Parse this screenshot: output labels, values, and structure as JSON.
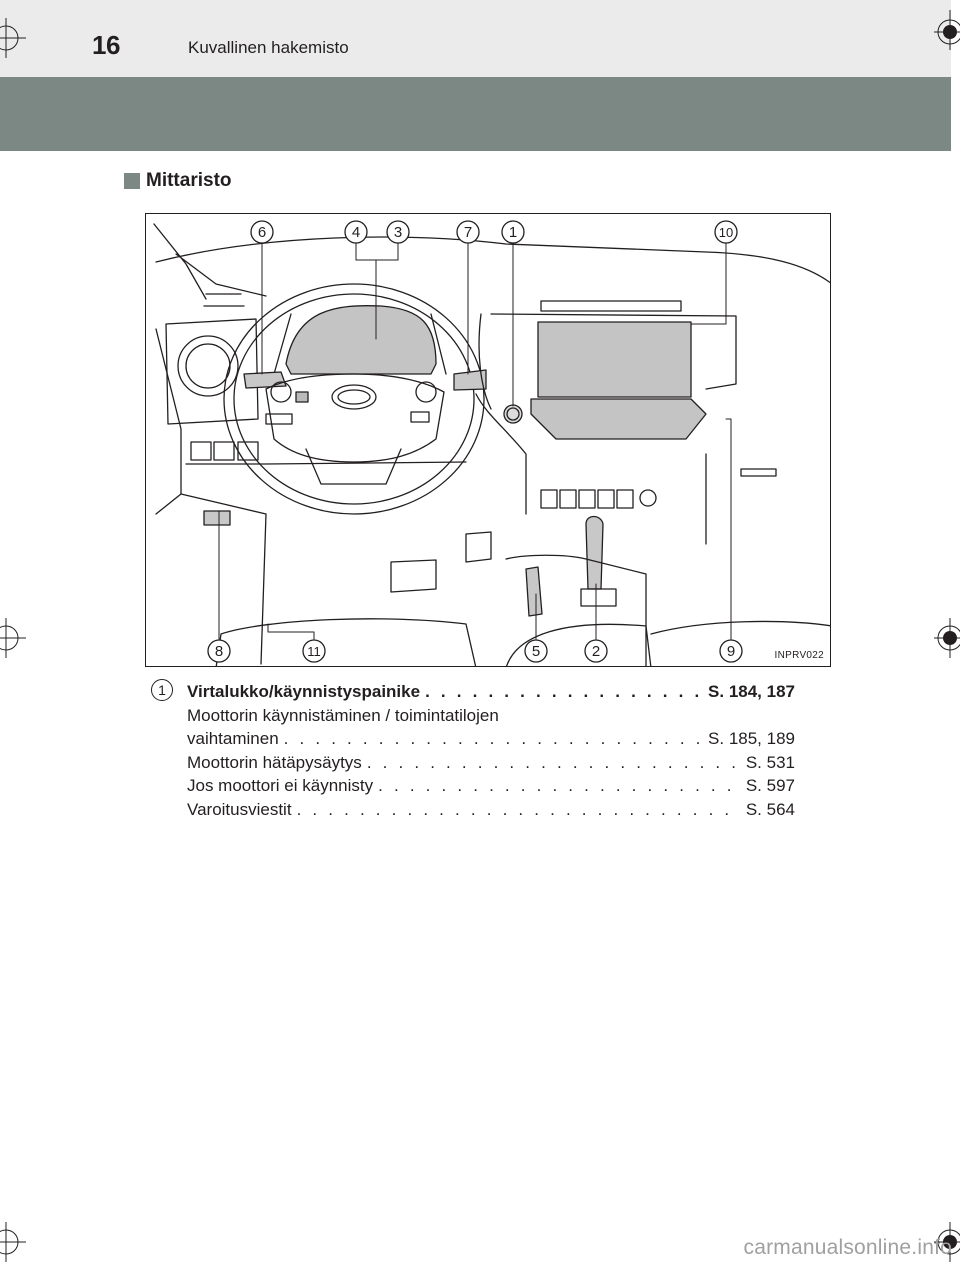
{
  "header": {
    "page_number": "16",
    "chapter_title": "Kuvallinen hakemisto"
  },
  "section": {
    "title": "Mittaristo"
  },
  "figure": {
    "code": "INPRV022",
    "callouts": [
      "1",
      "2",
      "3",
      "4",
      "5",
      "6",
      "7",
      "8",
      "9",
      "10",
      "11"
    ]
  },
  "entry": {
    "number": "1",
    "rows": [
      {
        "label": "Virtalukko/käynnistyspainike",
        "dots": ". . . . . . . . . . . . . . . . . . . . . . . . . . . . . . .",
        "ref": "S. 184, 187"
      },
      {
        "label": "Moottorin käynnistäminen / toimintatilojen",
        "dots": "",
        "ref": ""
      },
      {
        "label": "vaihtaminen",
        "dots": ". . . . . . . . . . . . . . . . . . . . . . . . . . . . . . . . . . . . . . . . . . . . . . . . .",
        "ref": "S. 185, 189"
      },
      {
        "label": "Moottorin hätäpysäytys",
        "dots": ". . . . . . . . . . . . . . . . . . . . . . . . . . . . . . . . . . . . . . . . . .",
        "ref": "S. 531"
      },
      {
        "label": "Jos moottori ei käynnisty",
        "dots": ". . . . . . . . . . . . . . . . . . . . . . . . . . . . . . . . . . . . . . . . .",
        "ref": "S. 597"
      },
      {
        "label": "Varoitusviestit",
        "dots": ". . . . . . . . . . . . . . . . . . . . . . . . . . . . . . . . . . . . . . . . . . . . . . . . . . . . .",
        "ref": "S. 564"
      }
    ]
  },
  "watermark": "carmanualsonline.info"
}
